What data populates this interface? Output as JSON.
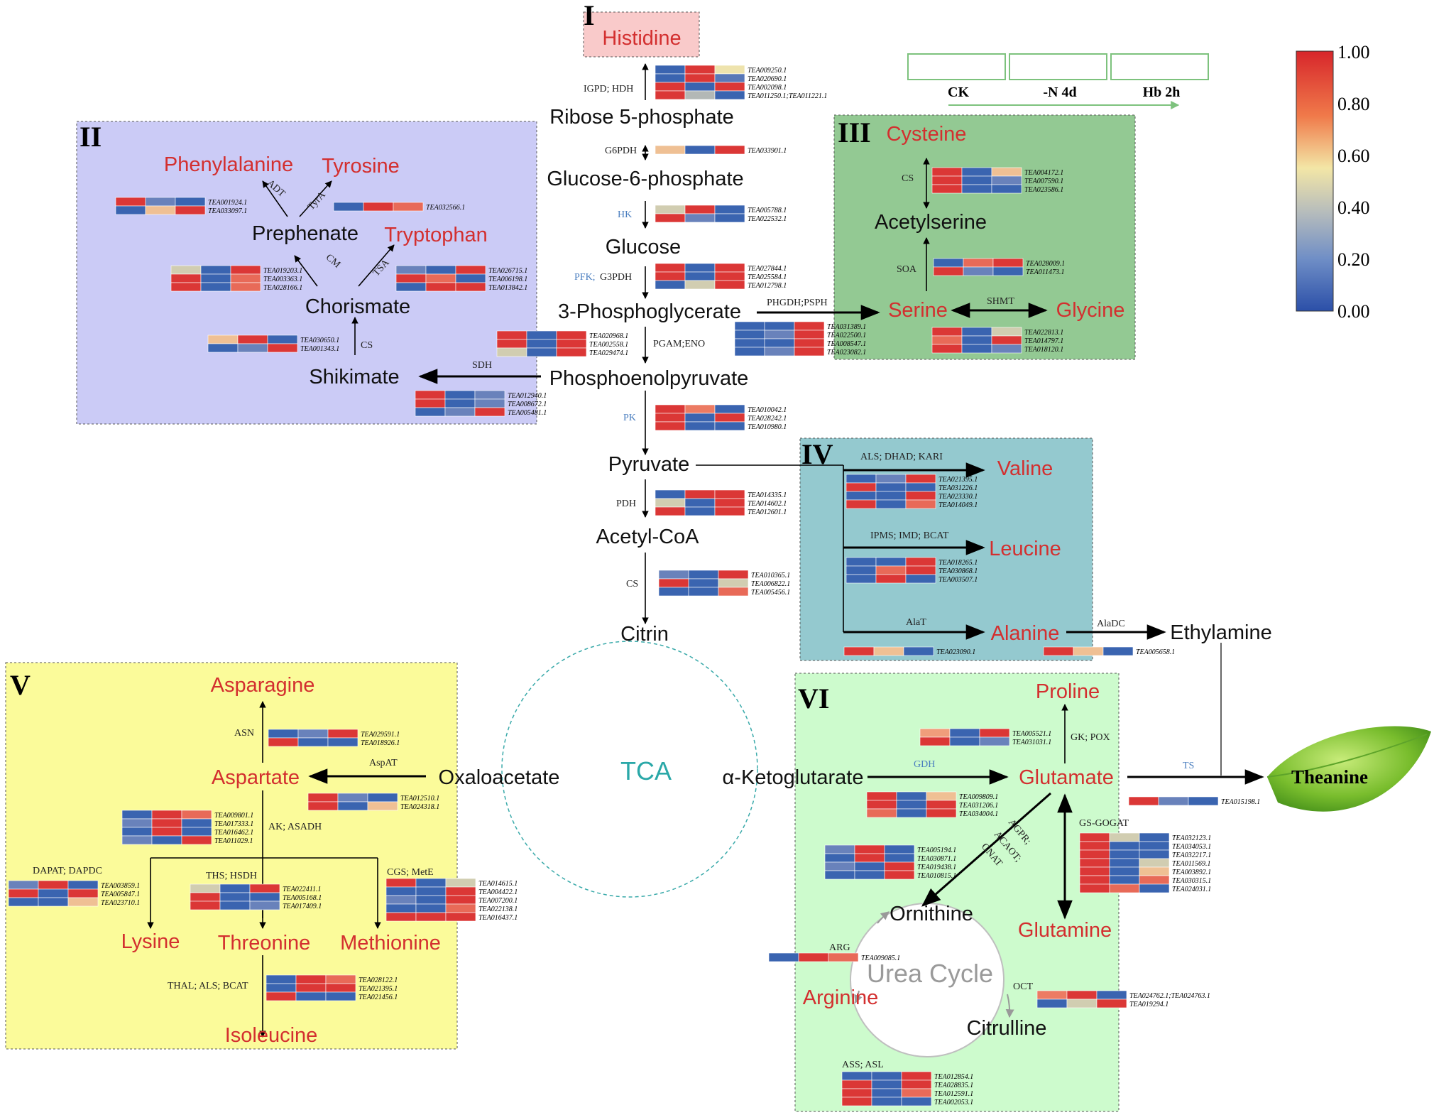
{
  "regions": {
    "I": "I",
    "II": "II",
    "III": "III",
    "IV": "IV",
    "V": "V",
    "VI": "VI"
  },
  "legend": {
    "conditions": [
      "CK",
      "-N 4d",
      "Hb 2h"
    ],
    "colorbar_ticks": [
      "1.00",
      "0.80",
      "0.60",
      "0.40",
      "0.20",
      "0.00"
    ],
    "colors": {
      "high": "#d7262b",
      "mid": "#eee3ad",
      "low": "#2b5aad"
    }
  },
  "center": {
    "tca": "TCA",
    "urea_cycle": "Urea Cycle"
  },
  "colors": {
    "amino_acid": "#d32f2f",
    "metabolite": "#111111",
    "enzyme_blue": "#4a7ebf",
    "bg_I": "#f9caca",
    "bg_II": "#cbcbf6",
    "bg_III": "#93c993",
    "bg_IV": "#94c9cf",
    "bg_V": "#fbfb9a",
    "bg_VI": "#cdfbcd",
    "tca_circle": "#3aaaaa"
  },
  "metabolites": {
    "histidine": "Histidine",
    "ribose5p": "Ribose 5-phosphate",
    "glucose6p": "Glucose-6-phosphate",
    "glucose": "Glucose",
    "pga": "3-Phosphoglycerate",
    "pep": "Phosphoenolpyruvate",
    "pyruvate": "Pyruvate",
    "acetylcoa": "Acetyl-CoA",
    "citrin": "Citrin",
    "phenylalanine": "Phenylalanine",
    "tyrosine": "Tyrosine",
    "prephenate": "Prephenate",
    "tryptophan": "Tryptophan",
    "chorismate": "Chorismate",
    "shikimate": "Shikimate",
    "cysteine": "Cysteine",
    "acetylserine": "Acetylserine",
    "serine": "Serine",
    "glycine": "Glycine",
    "valine": "Valine",
    "leucine": "Leucine",
    "alanine": "Alanine",
    "ethylamine": "Ethylamine",
    "asparagine": "Asparagine",
    "aspartate": "Aspartate",
    "oxaloacetate": "Oxaloacetate",
    "lysine": "Lysine",
    "threonine": "Threonine",
    "methionine": "Methionine",
    "isoleucine": "Isoleucine",
    "akg": "α-Ketoglutarate",
    "proline": "Proline",
    "glutamate": "Glutamate",
    "theanine": "Theanine",
    "ornithine": "Ornithine",
    "glutamine": "Glutamine",
    "arginine": "Arginine",
    "citrulline": "Citrulline"
  },
  "enzymes": {
    "igpd": "IGPD; HDH",
    "g6pdh": "G6PDH",
    "hk": "HK",
    "pfk": "PFK;",
    "g3pdh": "G3PDH",
    "pgam": "PGAM;ENO",
    "pk": "PK",
    "pdh": "PDH",
    "cs": "CS",
    "sdh": "SDH",
    "cs2": "CS",
    "adt": "ADT",
    "tyra": "TyrA",
    "cm": "CM",
    "tsa": "TSA",
    "phgdh": "PHGDH;PSPH",
    "cs3": "CS",
    "soa": "SOA",
    "shmt": "SHMT",
    "als": "ALS; DHAD; KARI",
    "ipms": "IPMS; IMD; BCAT",
    "alat": "AlaT",
    "aladc": "AlaDC",
    "asn": "ASN",
    "aspat": "AspAT",
    "ak": "AK; ASADH",
    "dapat": "DAPAT; DAPDC",
    "ths": "THS; HSDH",
    "cgs": "CGS; MetE",
    "thal": "THAL; ALS; BCAT",
    "gdh": "GDH",
    "gk": "GK; POX",
    "ts": "TS",
    "gsgogat": "GS-GOGAT",
    "agpr_1": "AGPR;",
    "agpr_2": "ACAOT;",
    "agpr_3": "GNAT",
    "arg": "ARG",
    "oct": "OCT",
    "ass": "ASS; ASL"
  },
  "heatmaps": {
    "his": {
      "genes": [
        "TEA009250.1",
        "TEA020690.1",
        "TEA002098.1",
        "TEA011250.1;TEA011221.1"
      ],
      "values": [
        [
          0.05,
          0.95,
          0.45
        ],
        [
          0.05,
          0.95,
          0.15
        ],
        [
          0.95,
          0.05,
          0.95
        ],
        [
          0.95,
          0.35,
          0.05
        ]
      ]
    },
    "g6pdh": {
      "genes": [
        "TEA033901.1"
      ],
      "values": [
        [
          0.55,
          0.05,
          0.95
        ]
      ]
    },
    "hk": {
      "genes": [
        "TEA005788.1",
        "TEA022532.1"
      ],
      "values": [
        [
          0.4,
          0.95,
          0.05
        ],
        [
          0.95,
          0.2,
          0.05
        ]
      ]
    },
    "pfk": {
      "genes": [
        "TEA027844.1",
        "TEA025584.1",
        "TEA012798.1"
      ],
      "values": [
        [
          0.95,
          0.05,
          0.95
        ],
        [
          0.95,
          0.05,
          0.95
        ],
        [
          0.05,
          0.4,
          0.95
        ]
      ]
    },
    "pgam": {
      "genes": [
        "TEA020968.1",
        "TEA002558.1",
        "TEA029474.1"
      ],
      "values": [
        [
          0.95,
          0.05,
          0.95
        ],
        [
          0.95,
          0.05,
          0.95
        ],
        [
          0.4,
          0.05,
          0.95
        ]
      ]
    },
    "pk": {
      "genes": [
        "TEA010042.1",
        "TEA028242.1",
        "TEA010980.1"
      ],
      "values": [
        [
          0.95,
          0.75,
          0.05
        ],
        [
          0.95,
          0.05,
          0.95
        ],
        [
          0.95,
          0.05,
          0.05
        ]
      ]
    },
    "pdh": {
      "genes": [
        "TEA014335.1",
        "TEA014602.1",
        "TEA012601.1"
      ],
      "values": [
        [
          0.05,
          0.95,
          0.95
        ],
        [
          0.4,
          0.05,
          0.95
        ],
        [
          0.95,
          0.05,
          0.95
        ]
      ]
    },
    "cs": {
      "genes": [
        "TEA010365.1",
        "TEA006822.1",
        "TEA005456.1"
      ],
      "values": [
        [
          0.2,
          0.05,
          0.95
        ],
        [
          0.95,
          0.05,
          0.4
        ],
        [
          0.05,
          0.05,
          0.8
        ]
      ]
    },
    "sdh": {
      "genes": [
        "TEA012940.1",
        "TEA008672.1",
        "TEA005481.1"
      ],
      "values": [
        [
          0.95,
          0.05,
          0.2
        ],
        [
          0.95,
          0.05,
          0.2
        ],
        [
          0.05,
          0.2,
          0.95
        ]
      ]
    },
    "csII": {
      "genes": [
        "TEA030650.1",
        "TEA001343.1"
      ],
      "values": [
        [
          0.55,
          0.95,
          0.05
        ],
        [
          0.05,
          0.2,
          0.95
        ]
      ]
    },
    "adt": {
      "genes": [
        "TEA001924.1",
        "TEA033097.1"
      ],
      "values": [
        [
          0.95,
          0.2,
          0.05
        ],
        [
          0.05,
          0.55,
          0.95
        ]
      ]
    },
    "tyra": {
      "genes": [
        "TEA032566.1"
      ],
      "values": [
        [
          0.05,
          0.95,
          0.8
        ]
      ]
    },
    "cm": {
      "genes": [
        "TEA019203.1",
        "TEA003363.1",
        "TEA028166.1"
      ],
      "values": [
        [
          0.4,
          0.05,
          0.95
        ],
        [
          0.95,
          0.05,
          0.8
        ],
        [
          0.95,
          0.05,
          0.8
        ]
      ]
    },
    "tsa": {
      "genes": [
        "TEA026715.1",
        "TEA006198.1",
        "TEA013842.1"
      ],
      "values": [
        [
          0.2,
          0.05,
          0.95
        ],
        [
          0.95,
          0.8,
          0.05
        ],
        [
          0.05,
          0.95,
          0.95
        ]
      ]
    },
    "phgdh": {
      "genes": [
        "TEA031389.1",
        "TEA022500.1",
        "TEA008547.1",
        "TEA023082.1"
      ],
      "values": [
        [
          0.05,
          0.05,
          0.95
        ],
        [
          0.05,
          0.2,
          0.95
        ],
        [
          0.05,
          0.05,
          0.95
        ],
        [
          0.05,
          0.2,
          0.95
        ]
      ]
    },
    "csIII": {
      "genes": [
        "TEA004172.1",
        "TEA007590.1",
        "TEA023586.1"
      ],
      "values": [
        [
          0.95,
          0.05,
          0.55
        ],
        [
          0.95,
          0.05,
          0.2
        ],
        [
          0.95,
          0.05,
          0.05
        ]
      ]
    },
    "soa": {
      "genes": [
        "TEA028009.1",
        "TEA011473.1"
      ],
      "values": [
        [
          0.05,
          0.8,
          0.95
        ],
        [
          0.95,
          0.2,
          0.05
        ]
      ]
    },
    "shmt": {
      "genes": [
        "TEA022813.1",
        "TEA014797.1",
        "TEA018120.1"
      ],
      "values": [
        [
          0.95,
          0.05,
          0.4
        ],
        [
          0.8,
          0.05,
          0.95
        ],
        [
          0.95,
          0.05,
          0.2
        ]
      ]
    },
    "als": {
      "genes": [
        "TEA021395.1",
        "TEA031226.1",
        "TEA023330.1",
        "TEA014049.1"
      ],
      "values": [
        [
          0.05,
          0.2,
          0.95
        ],
        [
          0.95,
          0.05,
          0.05
        ],
        [
          0.05,
          0.05,
          0.95
        ],
        [
          0.95,
          0.05,
          0.8
        ]
      ]
    },
    "ipms": {
      "genes": [
        "TEA018265.1",
        "TEA030868.1",
        "TEA003507.1"
      ],
      "values": [
        [
          0.05,
          0.05,
          0.95
        ],
        [
          0.05,
          0.8,
          0.95
        ],
        [
          0.05,
          0.95,
          0.05
        ]
      ]
    },
    "alat": {
      "genes": [
        "TEA023090.1"
      ],
      "values": [
        [
          0.95,
          0.55,
          0.05
        ]
      ]
    },
    "aladc": {
      "genes": [
        "TEA005658.1"
      ],
      "values": [
        [
          0.95,
          0.55,
          0.05
        ]
      ]
    },
    "asn": {
      "genes": [
        "TEA029591.1",
        "TEA018926.1"
      ],
      "values": [
        [
          0.05,
          0.2,
          0.95
        ],
        [
          0.95,
          0.05,
          0.05
        ]
      ]
    },
    "aspat": {
      "genes": [
        "TEA012510.1",
        "TEA024318.1"
      ],
      "values": [
        [
          0.95,
          0.2,
          0.05
        ],
        [
          0.95,
          0.05,
          0.55
        ]
      ]
    },
    "ak": {
      "genes": [
        "TEA009801.1",
        "TEA017333.1",
        "TEA016462.1",
        "TEA011029.1"
      ],
      "values": [
        [
          0.05,
          0.95,
          0.8
        ],
        [
          0.2,
          0.95,
          0.05
        ],
        [
          0.05,
          0.95,
          0.05
        ],
        [
          0.2,
          0.05,
          0.95
        ]
      ]
    },
    "dapat": {
      "genes": [
        "TEA003859.1",
        "TEA005847.1",
        "TEA023710.1"
      ],
      "values": [
        [
          0.2,
          0.95,
          0.05
        ],
        [
          0.95,
          0.05,
          0.95
        ],
        [
          0.05,
          0.05,
          0.55
        ]
      ]
    },
    "ths": {
      "genes": [
        "TEA022411.1",
        "TEA005168.1",
        "TEA017409.1"
      ],
      "values": [
        [
          0.4,
          0.05,
          0.95
        ],
        [
          0.95,
          0.05,
          0.05
        ],
        [
          0.95,
          0.05,
          0.2
        ]
      ]
    },
    "cgs": {
      "genes": [
        "TEA014615.1",
        "TEA004422.1",
        "TEA007200.1",
        "TEA022138.1",
        "TEA016437.1"
      ],
      "values": [
        [
          0.95,
          0.05,
          0.4
        ],
        [
          0.05,
          0.05,
          0.95
        ],
        [
          0.2,
          0.05,
          0.95
        ],
        [
          0.05,
          0.05,
          0.8
        ],
        [
          0.95,
          0.95,
          0.95
        ]
      ]
    },
    "thal": {
      "genes": [
        "TEA028122.1",
        "TEA021395.1",
        "TEA021456.1"
      ],
      "values": [
        [
          0.05,
          0.95,
          0.8
        ],
        [
          0.05,
          0.95,
          0.95
        ],
        [
          0.95,
          0.05,
          0.05
        ]
      ]
    },
    "gk": {
      "genes": [
        "TEA005521.1",
        "TEA031031.1"
      ],
      "values": [
        [
          0.65,
          0.05,
          0.95
        ],
        [
          0.95,
          0.05,
          0.2
        ]
      ]
    },
    "gdh": {
      "genes": [
        "TEA009809.1",
        "TEA031206.1",
        "TEA034004.1"
      ],
      "values": [
        [
          0.95,
          0.05,
          0.55
        ],
        [
          0.95,
          0.05,
          0.95
        ],
        [
          0.8,
          0.05,
          0.95
        ]
      ]
    },
    "ts": {
      "genes": [
        "TEA015198.1"
      ],
      "values": [
        [
          0.95,
          0.2,
          0.05
        ]
      ]
    },
    "gsgogat": {
      "genes": [
        "TEA032123.1",
        "TEA034053.1",
        "TEA032217.1",
        "TEA011569.1",
        "TEA003892.1",
        "TEA030315.1",
        "TEA024031.1"
      ],
      "values": [
        [
          0.95,
          0.4,
          0.05
        ],
        [
          0.95,
          0.05,
          0.05
        ],
        [
          0.95,
          0.05,
          0.05
        ],
        [
          0.95,
          0.05,
          0.4
        ],
        [
          0.95,
          0.05,
          0.55
        ],
        [
          0.95,
          0.05,
          0.8
        ],
        [
          0.95,
          0.8,
          0.05
        ]
      ]
    },
    "agpr": {
      "genes": [
        "TEA005194.1",
        "TEA030871.1",
        "TEA019438.1",
        "TEA010815.1"
      ],
      "values": [
        [
          0.2,
          0.95,
          0.05
        ],
        [
          0.05,
          0.95,
          0.05
        ],
        [
          0.2,
          0.05,
          0.95
        ],
        [
          0.05,
          0.05,
          0.95
        ]
      ]
    },
    "arg": {
      "genes": [
        "TEA009085.1"
      ],
      "values": [
        [
          0.05,
          0.95,
          0.8
        ]
      ]
    },
    "oct": {
      "genes": [
        "TEA024762.1;TEA024763.1",
        "TEA019294.1"
      ],
      "values": [
        [
          0.75,
          0.95,
          0.05
        ],
        [
          0.05,
          0.4,
          0.95
        ]
      ]
    },
    "ass": {
      "genes": [
        "TEA012854.1",
        "TEA028835.1",
        "TEA012591.1",
        "TEA002053.1"
      ],
      "values": [
        [
          0.05,
          0.05,
          0.95
        ],
        [
          0.95,
          0.05,
          0.95
        ],
        [
          0.95,
          0.05,
          0.8
        ],
        [
          0.95,
          0.05,
          0.05
        ]
      ]
    }
  }
}
